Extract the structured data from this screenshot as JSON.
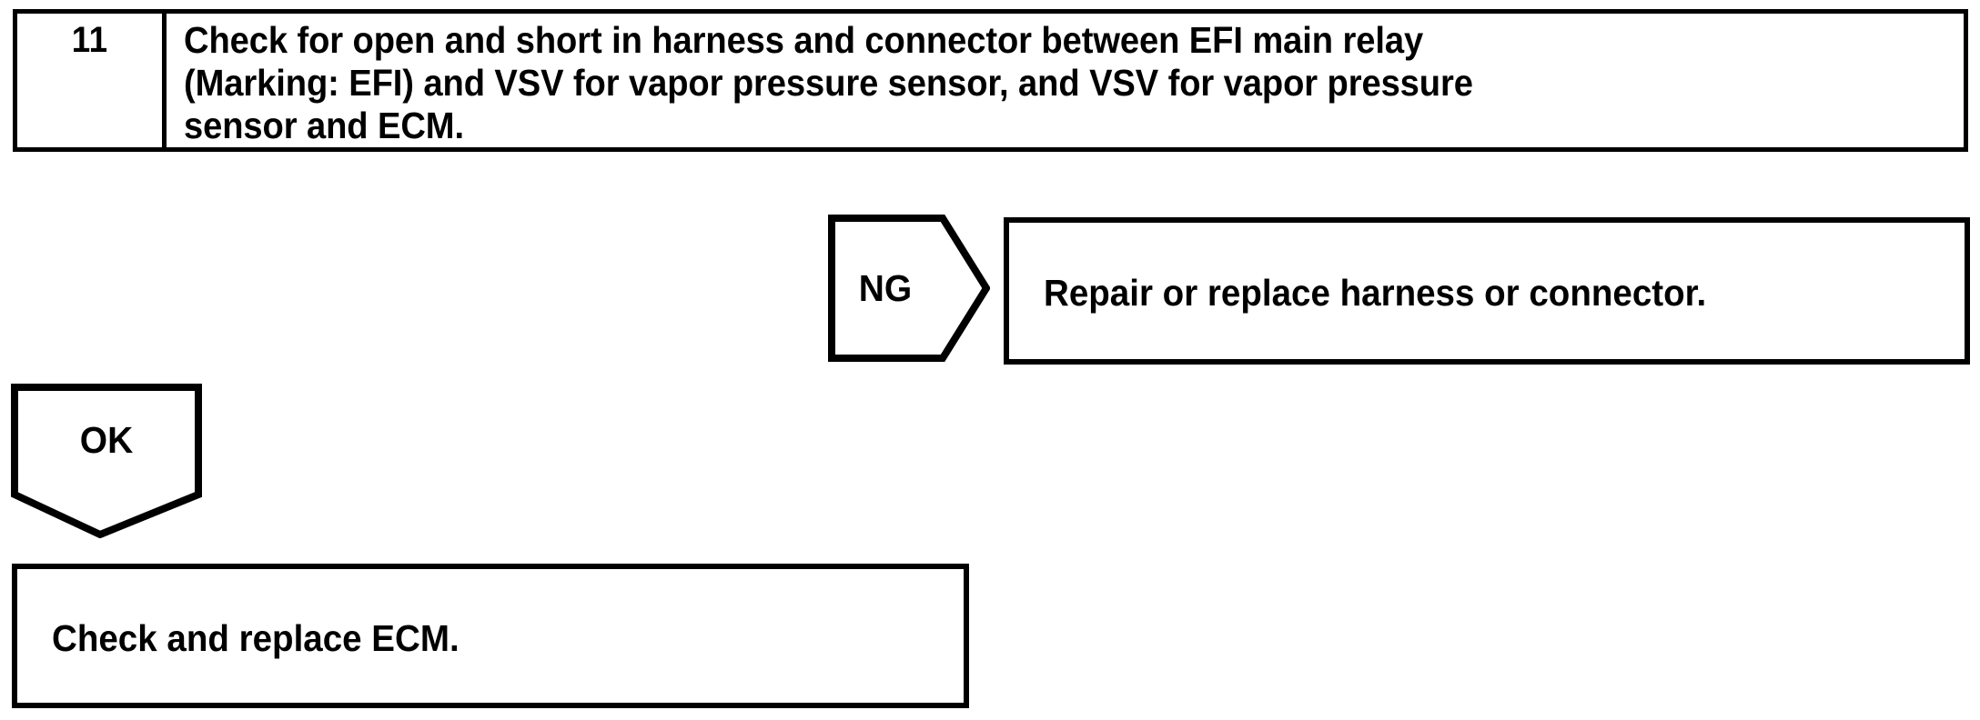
{
  "page": {
    "kind": "troubleshooting-flowchart",
    "background_color": "#ffffff",
    "line_color": "#000000"
  },
  "step": {
    "number": "11",
    "instruction_lines": [
      "Check for open and short in harness and connector between EFI main relay",
      "(Marking: EFI) and VSV for vapor pressure sensor, and VSV for vapor pressure",
      "sensor and ECM."
    ],
    "instruction_full": "Check for open and short in harness and connector between EFI main relay (Marking: EFI) and VSV for vapor pressure sensor, and VSV for vapor pressure sensor and ECM."
  },
  "branches": {
    "ng": {
      "label": "NG",
      "result_text": "Repair or replace harness or connector."
    },
    "ok": {
      "label": "OK",
      "result_text": "Check and replace ECM."
    }
  }
}
